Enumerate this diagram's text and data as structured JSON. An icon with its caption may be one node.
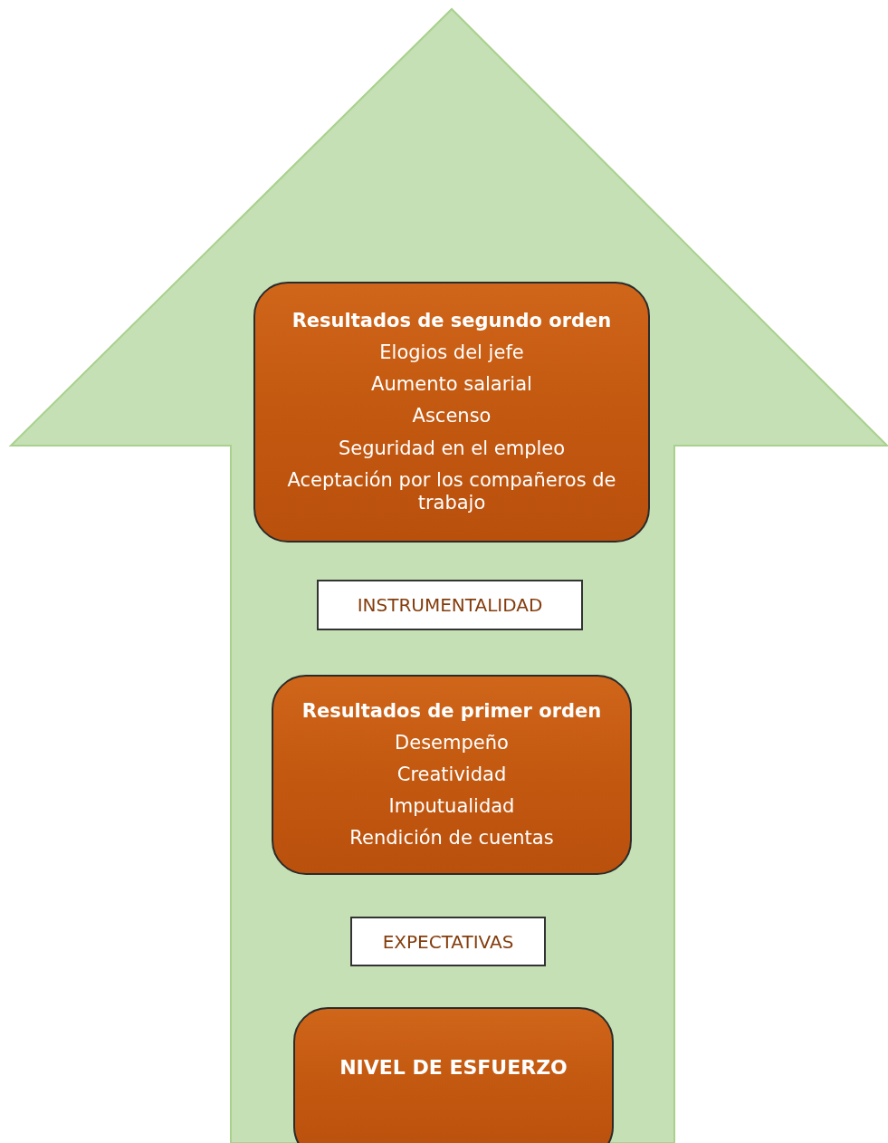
{
  "diagram": {
    "nodes": [
      {
        "text": [
          "Resultados de segundo orden",
          "Elogios del jefe",
          "Aumento salarial",
          "Ascenso",
          "Seguridad en el empleo",
          "Aceptación por los compañeros de trabajo"
        ]
      },
      {
        "text": [
          "INSTRUMENTALIDAD"
        ]
      },
      {
        "text": [
          "Resultados de primer orden",
          "Desempeño",
          "Creatividad",
          "Imputualidad",
          "Rendición de cuentas"
        ]
      },
      {
        "text": [
          "EXPECTATIVAS"
        ]
      },
      {
        "text": [
          "NIVEL DE ESFUERZO"
        ]
      }
    ]
  }
}
